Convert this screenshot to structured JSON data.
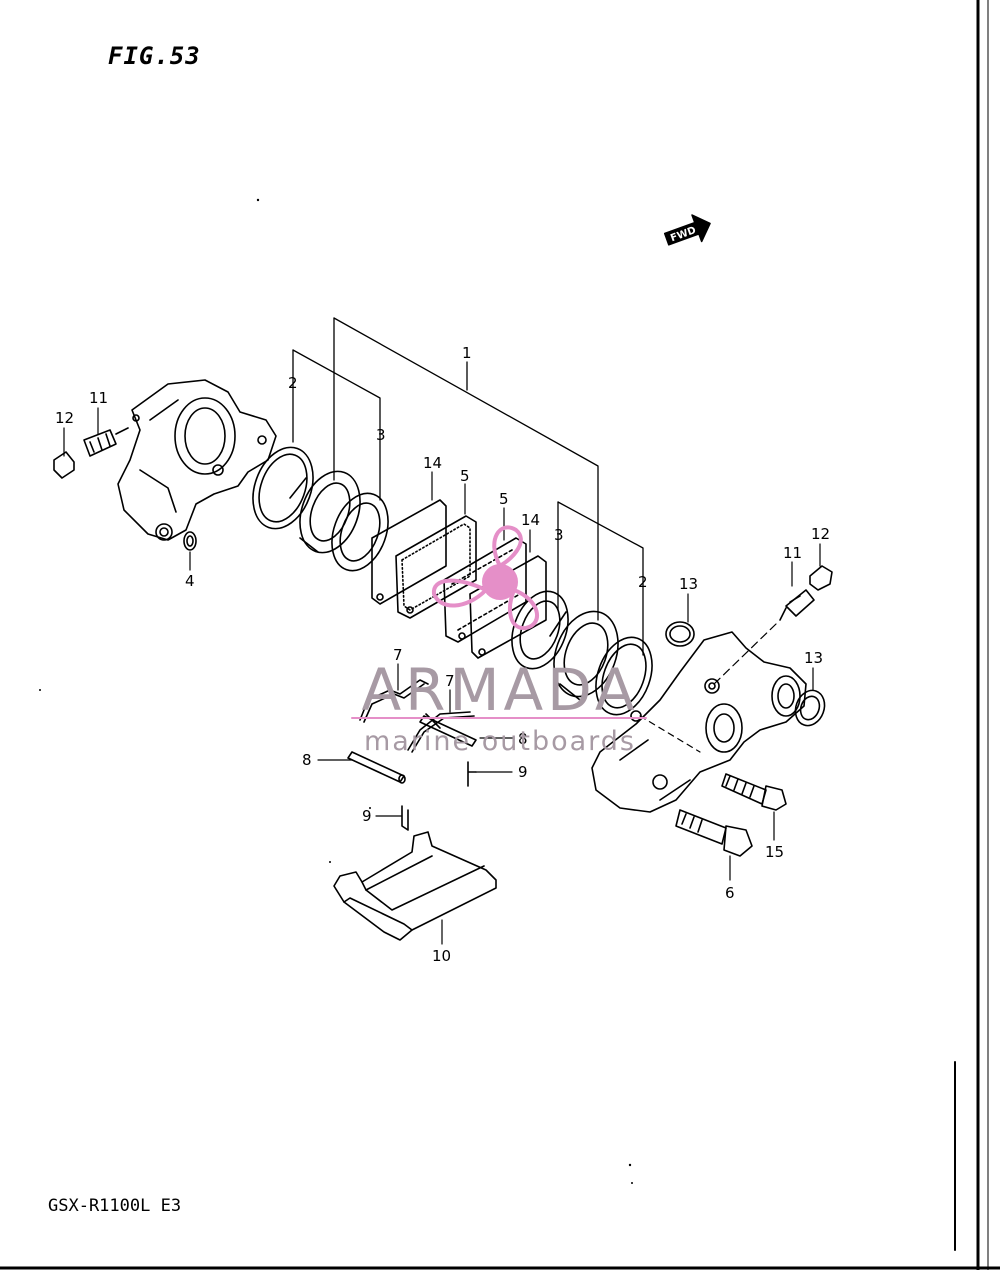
{
  "figure": {
    "title": "FIG.53",
    "model": "GSX-R1100L E3"
  },
  "fwd_badge": "FWD",
  "callouts": {
    "c1": "1",
    "c2_left": "2",
    "c2_right": "2",
    "c3_left": "3",
    "c3_right": "3",
    "c4": "4",
    "c5_left": "5",
    "c5_right": "5",
    "c6": "6",
    "c7_upper": "7",
    "c7_lower": "7",
    "c8_left": "8",
    "c8_right": "8",
    "c9_left": "9",
    "c9_right": "9",
    "c10": "10",
    "c11_left": "11",
    "c11_right": "11",
    "c12_left": "12",
    "c12_right": "12",
    "c13_upper": "13",
    "c13_lower": "13",
    "c14_left": "14",
    "c14_right": "14",
    "c15": "15"
  },
  "watermark": {
    "brand": "ARMADA",
    "sub": "marine outboards",
    "color": "#e58fc8"
  }
}
